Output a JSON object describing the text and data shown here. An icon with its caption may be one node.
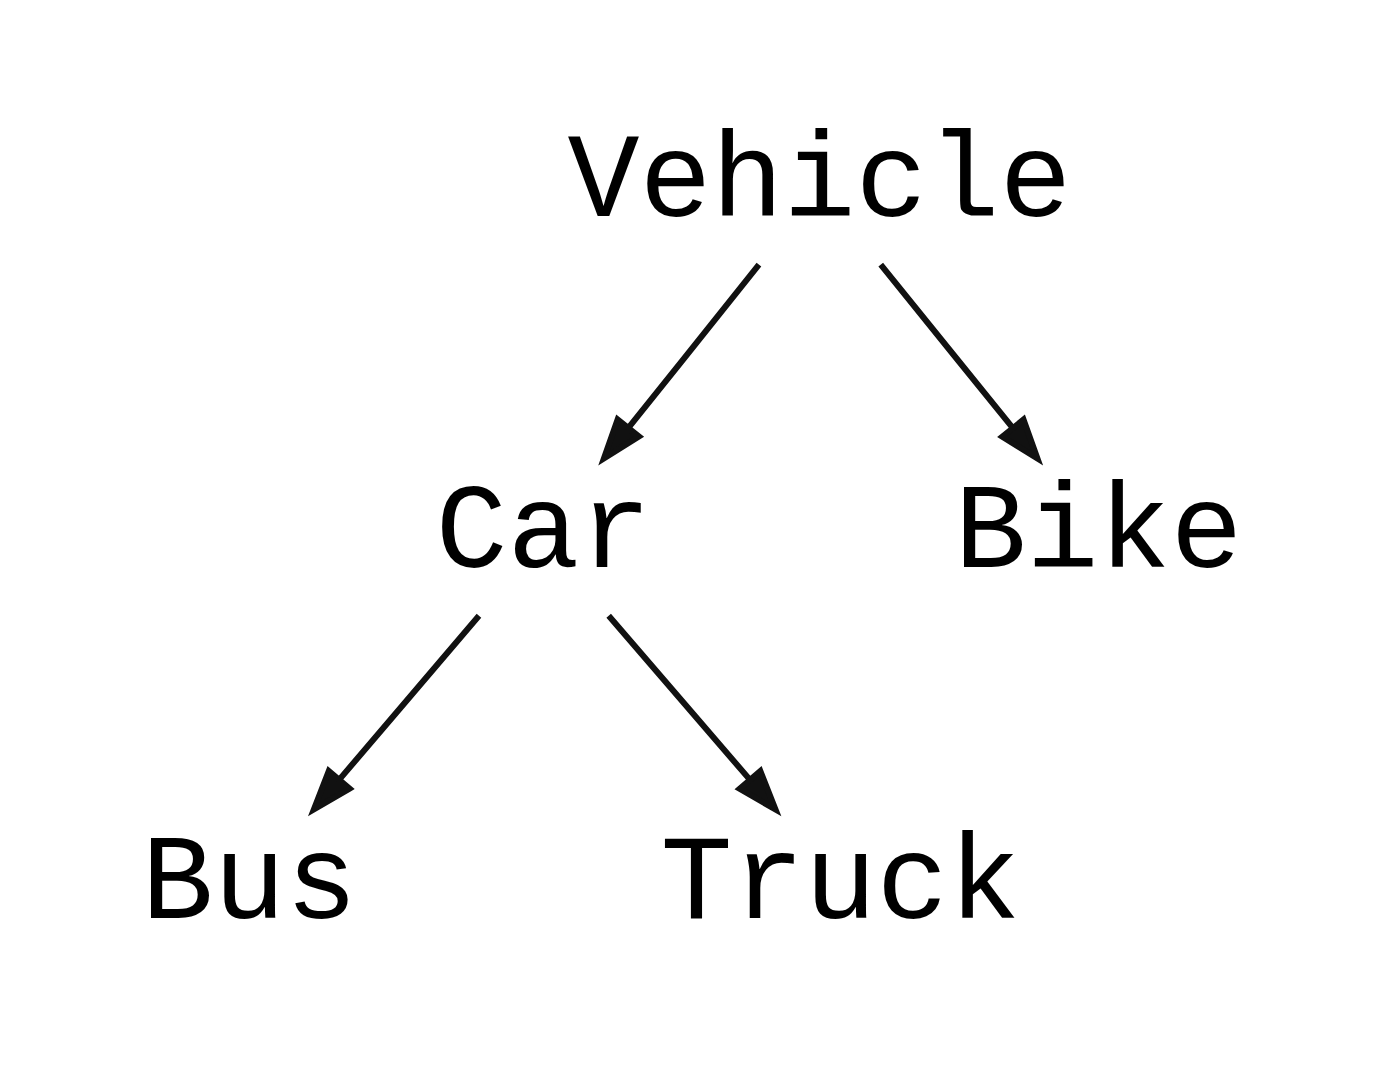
{
  "diagram": {
    "nodes": [
      {
        "text": [
          "Vehicle"
        ]
      },
      {
        "text": [
          "Car"
        ]
      },
      {
        "text": [
          "Bike"
        ]
      },
      {
        "text": [
          "Bus"
        ]
      },
      {
        "text": [
          "Truck"
        ]
      }
    ],
    "edges": [
      {
        "from": 0,
        "to": 1,
        "arrow": "to"
      },
      {
        "from": 0,
        "to": 2,
        "arrow": "to"
      },
      {
        "from": 1,
        "to": 3,
        "arrow": "to"
      },
      {
        "from": 1,
        "to": 4,
        "arrow": "to"
      }
    ]
  }
}
